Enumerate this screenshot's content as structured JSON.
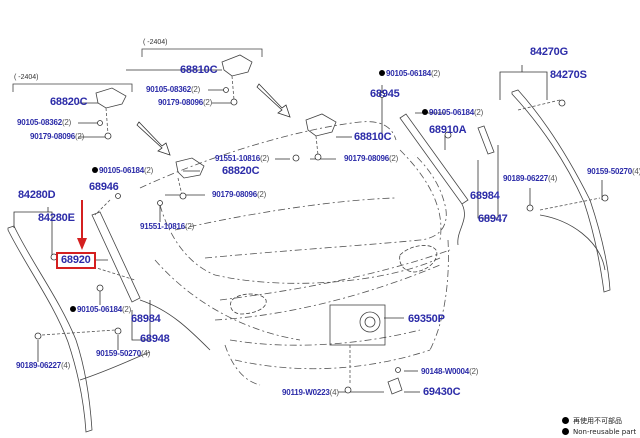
{
  "diagram": {
    "title": "Back door (tailgate) parts diagram",
    "accent_color": "#2b2ba8",
    "highlight_color": "#d42020",
    "range_labels": [
      "(   -2404)",
      "(   -2404)"
    ],
    "parts": [
      {
        "id": "p68810C_top",
        "number": "68810C",
        "qty": ""
      },
      {
        "id": "p90105_08362_r",
        "number": "90105-08362",
        "qty": "(2)",
        "non_reusable": false
      },
      {
        "id": "p90179_08096_r",
        "number": "90179-08096",
        "qty": "(2)",
        "non_reusable": false
      },
      {
        "id": "p68820C_top",
        "number": "68820C",
        "qty": ""
      },
      {
        "id": "p90105_08362_l",
        "number": "90105-08362",
        "qty": "(2)",
        "non_reusable": false
      },
      {
        "id": "p90179_08096_l",
        "number": "90179-08096",
        "qty": "(2)",
        "non_reusable": false
      },
      {
        "id": "p90105_06184_a",
        "number": "90105-06184",
        "qty": "(2)",
        "non_reusable": true
      },
      {
        "id": "p68945",
        "number": "68945",
        "qty": ""
      },
      {
        "id": "p90105_06184_b",
        "number": "90105-06184",
        "qty": "(2)",
        "non_reusable": true
      },
      {
        "id": "p68910A",
        "number": "68910A",
        "qty": ""
      },
      {
        "id": "p84270G",
        "number": "84270G",
        "qty": ""
      },
      {
        "id": "p84270S",
        "number": "84270S",
        "qty": ""
      },
      {
        "id": "p68810C_mid",
        "number": "68810C",
        "qty": ""
      },
      {
        "id": "p90179_08096_mr",
        "number": "90179-08096",
        "qty": "(2)",
        "non_reusable": false
      },
      {
        "id": "p91551_10816_mr",
        "number": "91551-10816",
        "qty": "(2)",
        "non_reusable": false
      },
      {
        "id": "p68820C_mid",
        "number": "68820C",
        "qty": ""
      },
      {
        "id": "p90179_08096_ml",
        "number": "90179-08096",
        "qty": "(2)",
        "non_reusable": false
      },
      {
        "id": "p91551_10816_ml",
        "number": "91551-10816",
        "qty": "(2)",
        "non_reusable": false
      },
      {
        "id": "p90105_06184_c",
        "number": "90105-06184",
        "qty": "(2)",
        "non_reusable": true
      },
      {
        "id": "p68946",
        "number": "68946",
        "qty": ""
      },
      {
        "id": "p84280D",
        "number": "84280D",
        "qty": ""
      },
      {
        "id": "p84280E",
        "number": "84280E",
        "qty": ""
      },
      {
        "id": "p68920",
        "number": "68920",
        "qty": "",
        "highlighted": true
      },
      {
        "id": "p90105_06184_d",
        "number": "90105-06184",
        "qty": "(2)",
        "non_reusable": true
      },
      {
        "id": "p68984_l",
        "number": "68984",
        "qty": ""
      },
      {
        "id": "p68948",
        "number": "68948",
        "qty": ""
      },
      {
        "id": "p90159_50270_l",
        "number": "90159-50270",
        "qty": "(4)",
        "non_reusable": false
      },
      {
        "id": "p90189_06227_l",
        "number": "90189-06227",
        "qty": "(4)",
        "non_reusable": false
      },
      {
        "id": "p68984_r",
        "number": "68984",
        "qty": ""
      },
      {
        "id": "p68947",
        "number": "68947",
        "qty": ""
      },
      {
        "id": "p90189_06227_r",
        "number": "90189-06227",
        "qty": "(4)",
        "non_reusable": false
      },
      {
        "id": "p90159_50270_r",
        "number": "90159-50270",
        "qty": "(4)",
        "non_reusable": false
      },
      {
        "id": "p69350P",
        "number": "69350P",
        "qty": ""
      },
      {
        "id": "p90148_W0004",
        "number": "90148-W0004",
        "qty": "(2)",
        "non_reusable": false
      },
      {
        "id": "p90119_W0223",
        "number": "90119-W0223",
        "qty": "(4)",
        "non_reusable": false
      },
      {
        "id": "p69430C",
        "number": "69430C",
        "qty": ""
      }
    ],
    "legend": {
      "items": [
        {
          "symbol": "filled-circle",
          "text": "再使用不可部品"
        },
        {
          "symbol": "filled-circle",
          "text": "Non-reusable part"
        }
      ]
    }
  }
}
